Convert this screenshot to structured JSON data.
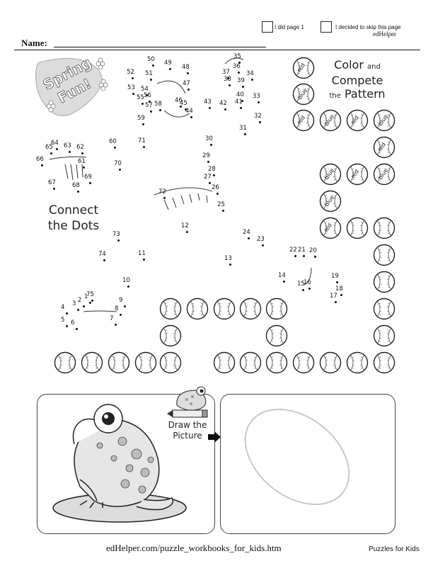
{
  "header": {
    "checkbox1_label": "I did page 1",
    "checkbox2_label": "I decided to skip this page",
    "brand": "edHelper",
    "name_label": "Name:"
  },
  "spring_badge": {
    "line1": "Spring",
    "line2": "Fun!"
  },
  "connect_dots": {
    "title_line1": "Connect",
    "title_line2": "the Dots",
    "labels": [
      "1",
      "2",
      "3",
      "4",
      "5",
      "6",
      "7",
      "8",
      "9",
      "10",
      "11",
      "12",
      "13",
      "14",
      "15",
      "16",
      "17",
      "18",
      "19",
      "20",
      "21",
      "22",
      "23",
      "24",
      "25",
      "26",
      "27",
      "28",
      "29",
      "30",
      "31",
      "32",
      "33",
      "34",
      "35",
      "36",
      "37",
      "38",
      "39",
      "40",
      "41",
      "42",
      "43",
      "44",
      "45",
      "46",
      "47",
      "48",
      "49",
      "50",
      "51",
      "52",
      "53",
      "54",
      "55",
      "56",
      "57",
      "58",
      "59",
      "60",
      "61",
      "62",
      "63",
      "64",
      "65",
      "66",
      "67",
      "68",
      "69",
      "70",
      "71",
      "72",
      "73",
      "74",
      "75"
    ]
  },
  "pattern": {
    "title_line1": "Color",
    "title_and": "and",
    "title_line2": "Compete",
    "title_the": "the",
    "title_line3": "Pattern",
    "colors": {
      "red": "#d23b2b",
      "blue": "#2b5fd2"
    },
    "balls": [
      {
        "label": "red"
      },
      {
        "label": "blue"
      },
      {
        "label": "red"
      },
      {
        "label": "blue"
      },
      {
        "label": "red"
      },
      {
        "label": "blue"
      },
      {
        "label": "red"
      },
      {
        "label": "blue"
      },
      {
        "label": "red"
      },
      {
        "label": "blue"
      },
      {
        "label": "blue"
      },
      {
        "label": "red"
      },
      {
        "label": ""
      },
      {
        "label": ""
      },
      {
        "label": ""
      },
      {
        "label": ""
      },
      {
        "label": ""
      },
      {
        "label": ""
      },
      {
        "label": ""
      },
      {
        "label": ""
      },
      {
        "label": ""
      },
      {
        "label": ""
      },
      {
        "label": ""
      },
      {
        "label": ""
      },
      {
        "label": ""
      },
      {
        "label": ""
      },
      {
        "label": ""
      },
      {
        "label": ""
      },
      {
        "label": ""
      },
      {
        "label": ""
      },
      {
        "label": ""
      },
      {
        "label": ""
      },
      {
        "label": ""
      },
      {
        "label": ""
      },
      {
        "label": ""
      },
      {
        "label": ""
      },
      {
        "label": ""
      }
    ]
  },
  "draw": {
    "line1": "Draw the",
    "line2": "Picture",
    "arrow_icon": "right-arrow-icon",
    "pencil_icon": "pencil-icon"
  },
  "footer": {
    "url": "edHelper.com/puzzle_workbooks_for_kids.htm",
    "right": "Puzzles for Kids"
  }
}
